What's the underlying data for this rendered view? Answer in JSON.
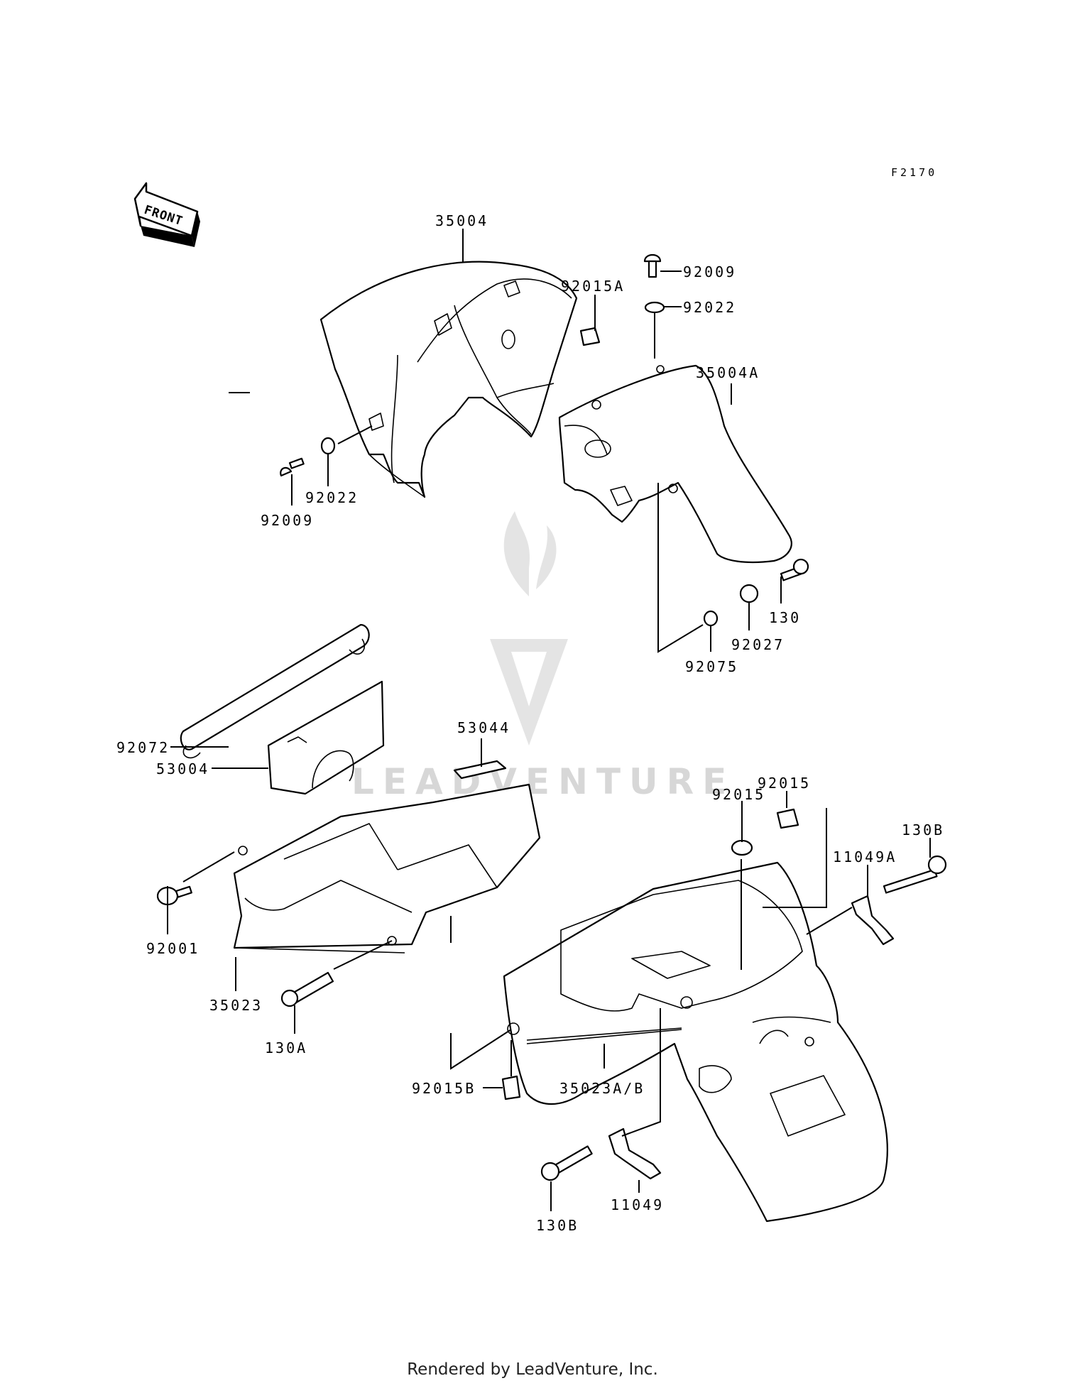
{
  "diagram_code": "F2170",
  "direction_label": "FRONT",
  "watermark": "LEADVENTURE",
  "footer": "Rendered by LeadVenture, Inc.",
  "callouts": [
    "35004",
    "92015A",
    "92009",
    "92022",
    "35004A",
    "92022",
    "92009",
    "130",
    "92027",
    "92075",
    "92072",
    "53044",
    "53004",
    "92015",
    "92015",
    "130B",
    "11049A",
    "92001",
    "35023",
    "130A",
    "92015B",
    "35023A/B",
    "130B",
    "11049"
  ],
  "colors": {
    "line": "#000000",
    "watermark": "#d7d7d7"
  }
}
